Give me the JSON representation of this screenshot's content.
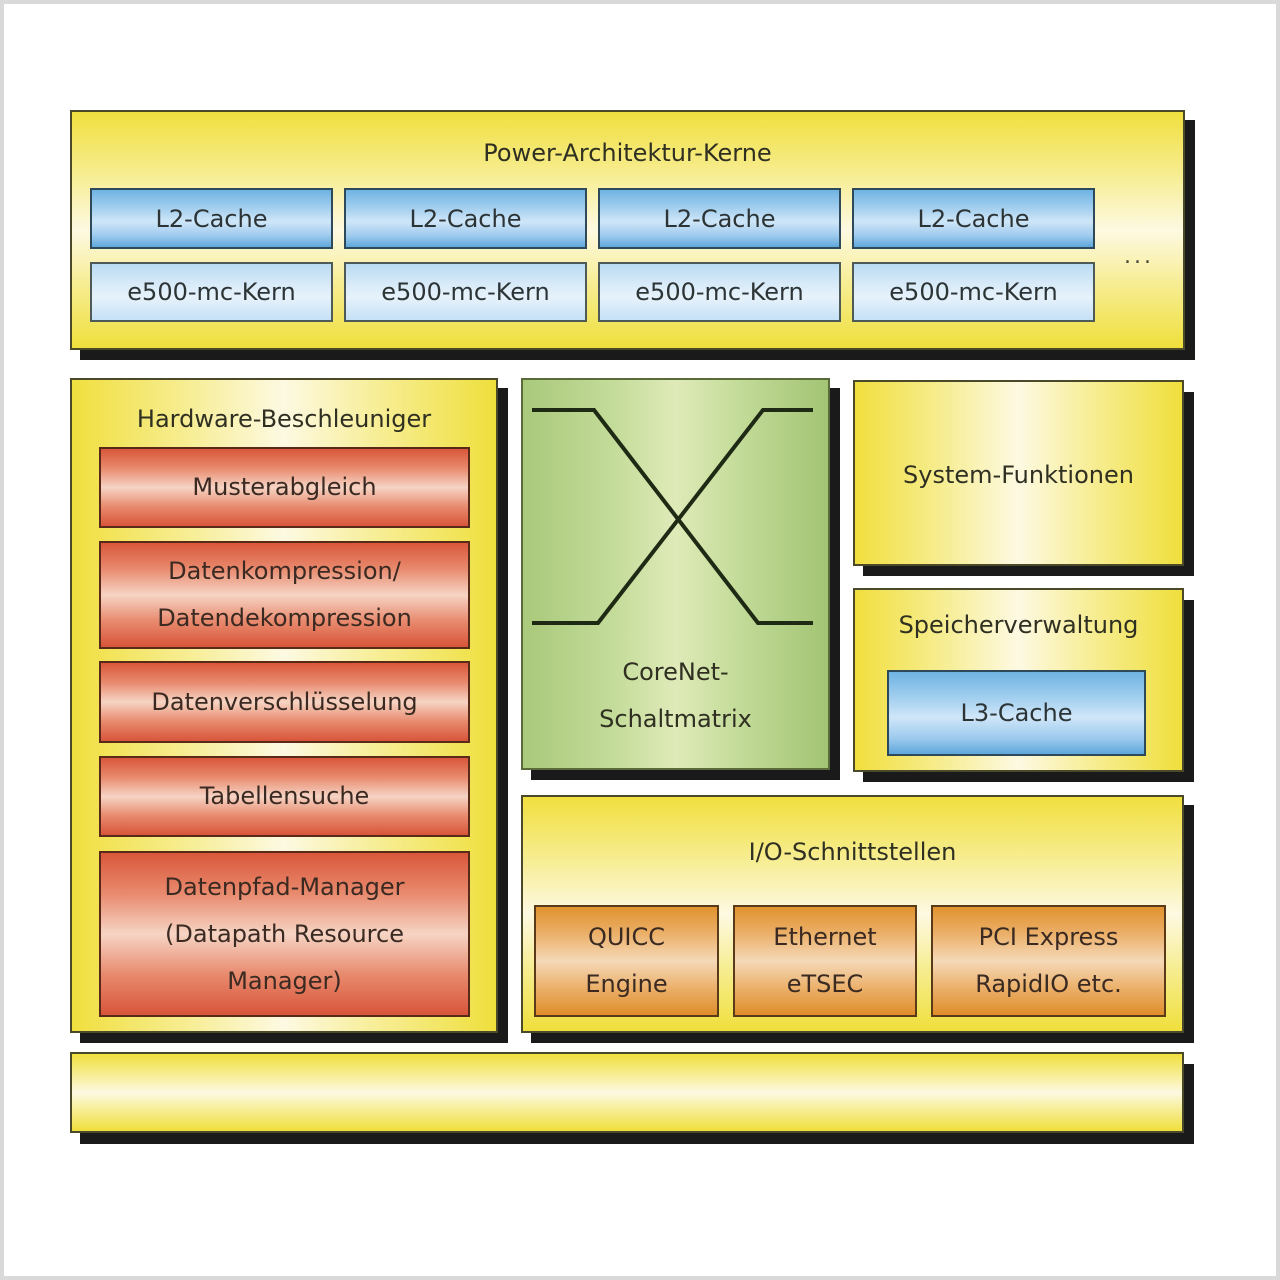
{
  "diagram": {
    "top": {
      "title": "Power-Architektur-Kerne",
      "cores": [
        {
          "cache": "L2-Cache",
          "core": "e500-mc-Kern"
        },
        {
          "cache": "L2-Cache",
          "core": "e500-mc-Kern"
        },
        {
          "cache": "L2-Cache",
          "core": "e500-mc-Kern"
        },
        {
          "cache": "L2-Cache",
          "core": "e500-mc-Kern"
        }
      ],
      "more": "..."
    },
    "hardware": {
      "title": "Hardware-Beschleuniger",
      "items": [
        {
          "lines": [
            "Musterabgleich"
          ]
        },
        {
          "lines": [
            "Datenkompression/",
            "Datendekompression"
          ]
        },
        {
          "lines": [
            "Datenverschlüsselung"
          ]
        },
        {
          "lines": [
            "Tabellensuche"
          ]
        },
        {
          "lines": [
            "Datenpfad-Manager",
            "(Datapath Resource",
            "Manager)"
          ]
        }
      ]
    },
    "corenet": {
      "line1": "CoreNet-",
      "line2": "Schaltmatrix"
    },
    "system": {
      "title": "System-Funktionen"
    },
    "memory": {
      "title": "Speicherverwaltung",
      "cache": "L3-Cache"
    },
    "io": {
      "title": "I/O-Schnittstellen",
      "items": [
        {
          "line1": "QUICC",
          "line2": "Engine"
        },
        {
          "line1": "Ethernet",
          "line2": "eTSEC"
        },
        {
          "line1": "PCI Express",
          "line2": "RapidIO etc."
        }
      ]
    },
    "bottom": {
      "label": ""
    },
    "colors": {
      "yellow": "#f1df3e",
      "blue": "#6fb3e3",
      "red": "#d9573a",
      "green": "#a9c97b",
      "orange": "#e1922e"
    }
  }
}
